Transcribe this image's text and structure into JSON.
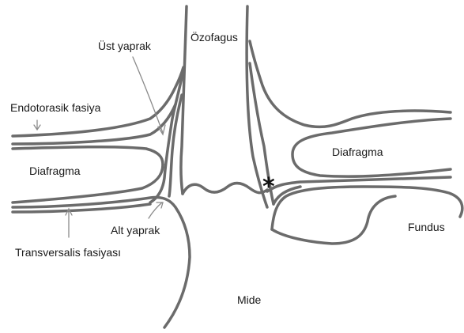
{
  "labels": {
    "ozofagus": "Özofagus",
    "ust_yaprak": "Üst yaprak",
    "endotorasik_fasiya": "Endotorasik fasiya",
    "diafragma_left": "Diafragma",
    "diafragma_right": "Diafragma",
    "asterisk": "*",
    "alt_yaprak": "Alt yaprak",
    "transversalis_fasiyasi": "Transversalis fasiyası",
    "fundus": "Fundus",
    "mide": "Mide"
  },
  "colors": {
    "stroke": "#6b6b6b",
    "arrow": "#8a8a8a",
    "text": "#1a1a1a"
  }
}
